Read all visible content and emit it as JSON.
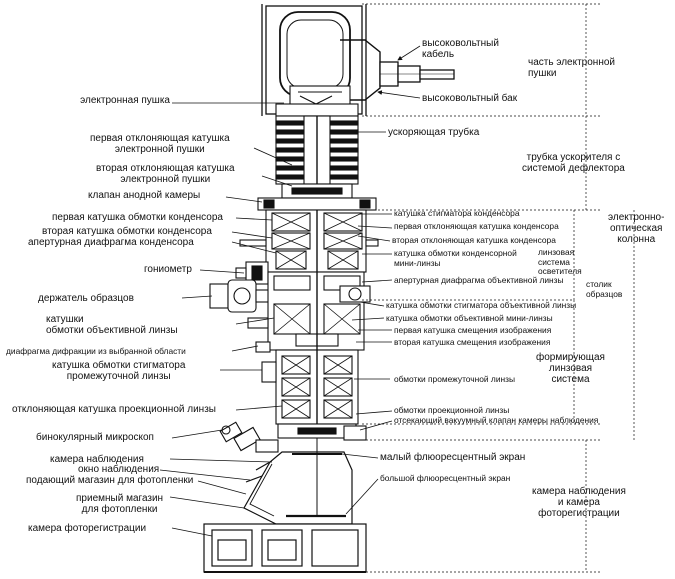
{
  "labels": {
    "hv_cable": "высоковольтный\nкабель",
    "gun_part": "часть электронной\nпушки",
    "hv_tank": "высоковольтный бак",
    "electron_gun": "электронная пушка",
    "first_gun_deflector": "первая отклоняющая катушка\nэлектронной пушки",
    "accel_tube": "ускоряющая трубка",
    "accel_tube_deflector": "трубка ускорителя с\nсистемой дефлектора",
    "second_gun_deflector": "вторая отклоняющая катушка\nэлектронной пушки",
    "anode_valve": "клапан анодной камеры",
    "first_condenser_coil": "первая катушка обмотки конденсора",
    "cond_stigmator": "катушка стигматора конденсора",
    "second_condenser_coil": "вторая катушка обмотки конденсора",
    "first_cond_deflector": "первая отклоняющая катушка конденсора",
    "cond_aperture": "апертурная диафрагма конденсора",
    "second_cond_deflector": "вторая отклоняющая катушка конденсора",
    "eo_column": "электронно-\nоптическая\nколонна",
    "cond_minilens": "катушка обмотки конденсорной\nмини-линзы",
    "illum_system": "линзовая\nсистема\nосветителя",
    "goniometer": "гониометр",
    "obj_aperture": "апертурная диафрагма объективной линзы",
    "specimen_stage": "столик\nобразцов",
    "specimen_holder": "держатель образцов",
    "obj_stigmator": "катушка обмотки стигматора объективной линзы",
    "obj_lens_coils": "катушки\nобмотки объективной линзы",
    "obj_minilens": "катушка обмотки объективной мини-линзы",
    "first_image_shift": "первая катушка смещения изображения",
    "sad_aperture": "диафрагма дифракции из выбранной области",
    "second_image_shift": "вторая катушка смещения изображения",
    "int_stigmator": "катушка обмотки стигматора\nпромежуточной линзы",
    "forming_system": "формирующая\nлинзовая\nсистема",
    "int_lens_coils": "обмотки промежуточной линзы",
    "proj_deflector": "отклоняющая катушка проекционной линзы",
    "proj_lens_coils": "обмотки проекционной линзы",
    "cutoff_valve": "отсекающий вакуумный клапан камеры наблюдения",
    "binocular": "бинокулярный микроскоп",
    "small_screen": "малый флюоресцентный экран",
    "obs_chamber": "камера наблюдения",
    "obs_window": "окно наблюдения",
    "supply_magazine": "подающий магазин для фотопленки",
    "large_screen": "большой флюоресцентный экран",
    "receive_magazine": "приемный магазин\nдля фотопленки",
    "obs_photo_chamber": "камера наблюдения\nи камера\nфоторегистрации",
    "photo_camera": "камера фоторегистрации"
  }
}
